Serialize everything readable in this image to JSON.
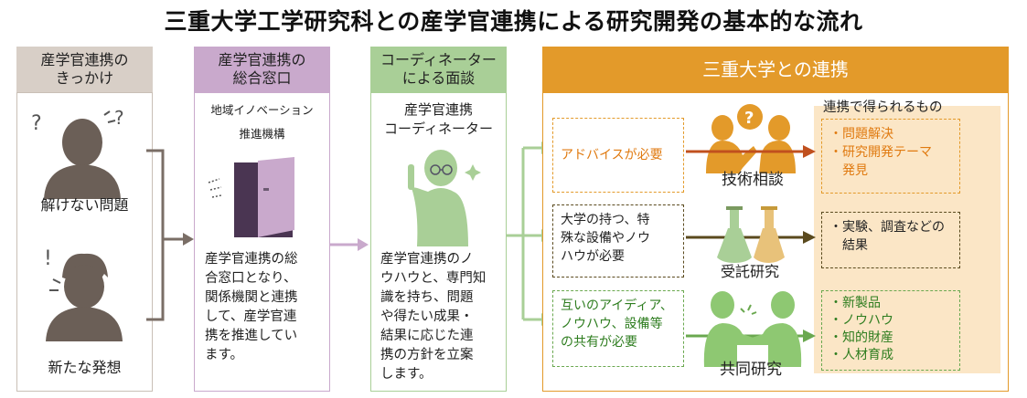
{
  "title": "三重大学工学研究科との産学官連携による研究開発の基本的な流れ",
  "col1": {
    "header": "産学官連携の\nきっかけ",
    "label_top": "解けない問題",
    "label_bottom": "新たな発想"
  },
  "col2": {
    "header": "産学官連携の\n総合窓口",
    "org_line1": "地域イノベーション",
    "org_line2": "推進機構",
    "description": "産学官連携の総\n合窓口となり、\n関係機関と連携\nして、産学官連\n携を推進してい\nます。"
  },
  "col3": {
    "header": "コーディネーター\nによる面談",
    "role": "産学官連携\nコーディネーター",
    "description": "産学官連携のノ\nウハウと、専門知\n識を持ち、問題\nや得たい成果・\n結果に応じた連\n携の方針を立案\nします。"
  },
  "col4": {
    "header": "三重大学との連携",
    "results_header": "連携で得られるもの",
    "rows": [
      {
        "need": "アドバイスが必要",
        "method": "技術相談",
        "result": "・問題解決\n・研究開発テーマ\n　発見",
        "color": "#e39a2a"
      },
      {
        "need": "大学の持つ、特\n殊な設備やノウ\nハウが必要",
        "method": "受託研究",
        "result": "・実験、調査などの\n　結果",
        "color": "#5a4a1e"
      },
      {
        "need": "互いのアイディア、\nノウハウ、設備等\nの共有が必要",
        "method": "共同研究",
        "result": "・新製品\n・ノウハウ\n・知的財産\n・人材育成",
        "color": "#6aa84f"
      }
    ]
  },
  "colors": {
    "col1": "#d8cfc7",
    "col2": "#c9a9cc",
    "col3": "#a9cf97",
    "col4": "#e39a2a",
    "results_bg": "#fbe6c6"
  },
  "icons": [
    "confused-person-icon",
    "idea-person-icon",
    "door-icon",
    "coordinator-icon",
    "consultation-icon",
    "flask-icon",
    "handshake-icon",
    "question-mark-icon"
  ]
}
